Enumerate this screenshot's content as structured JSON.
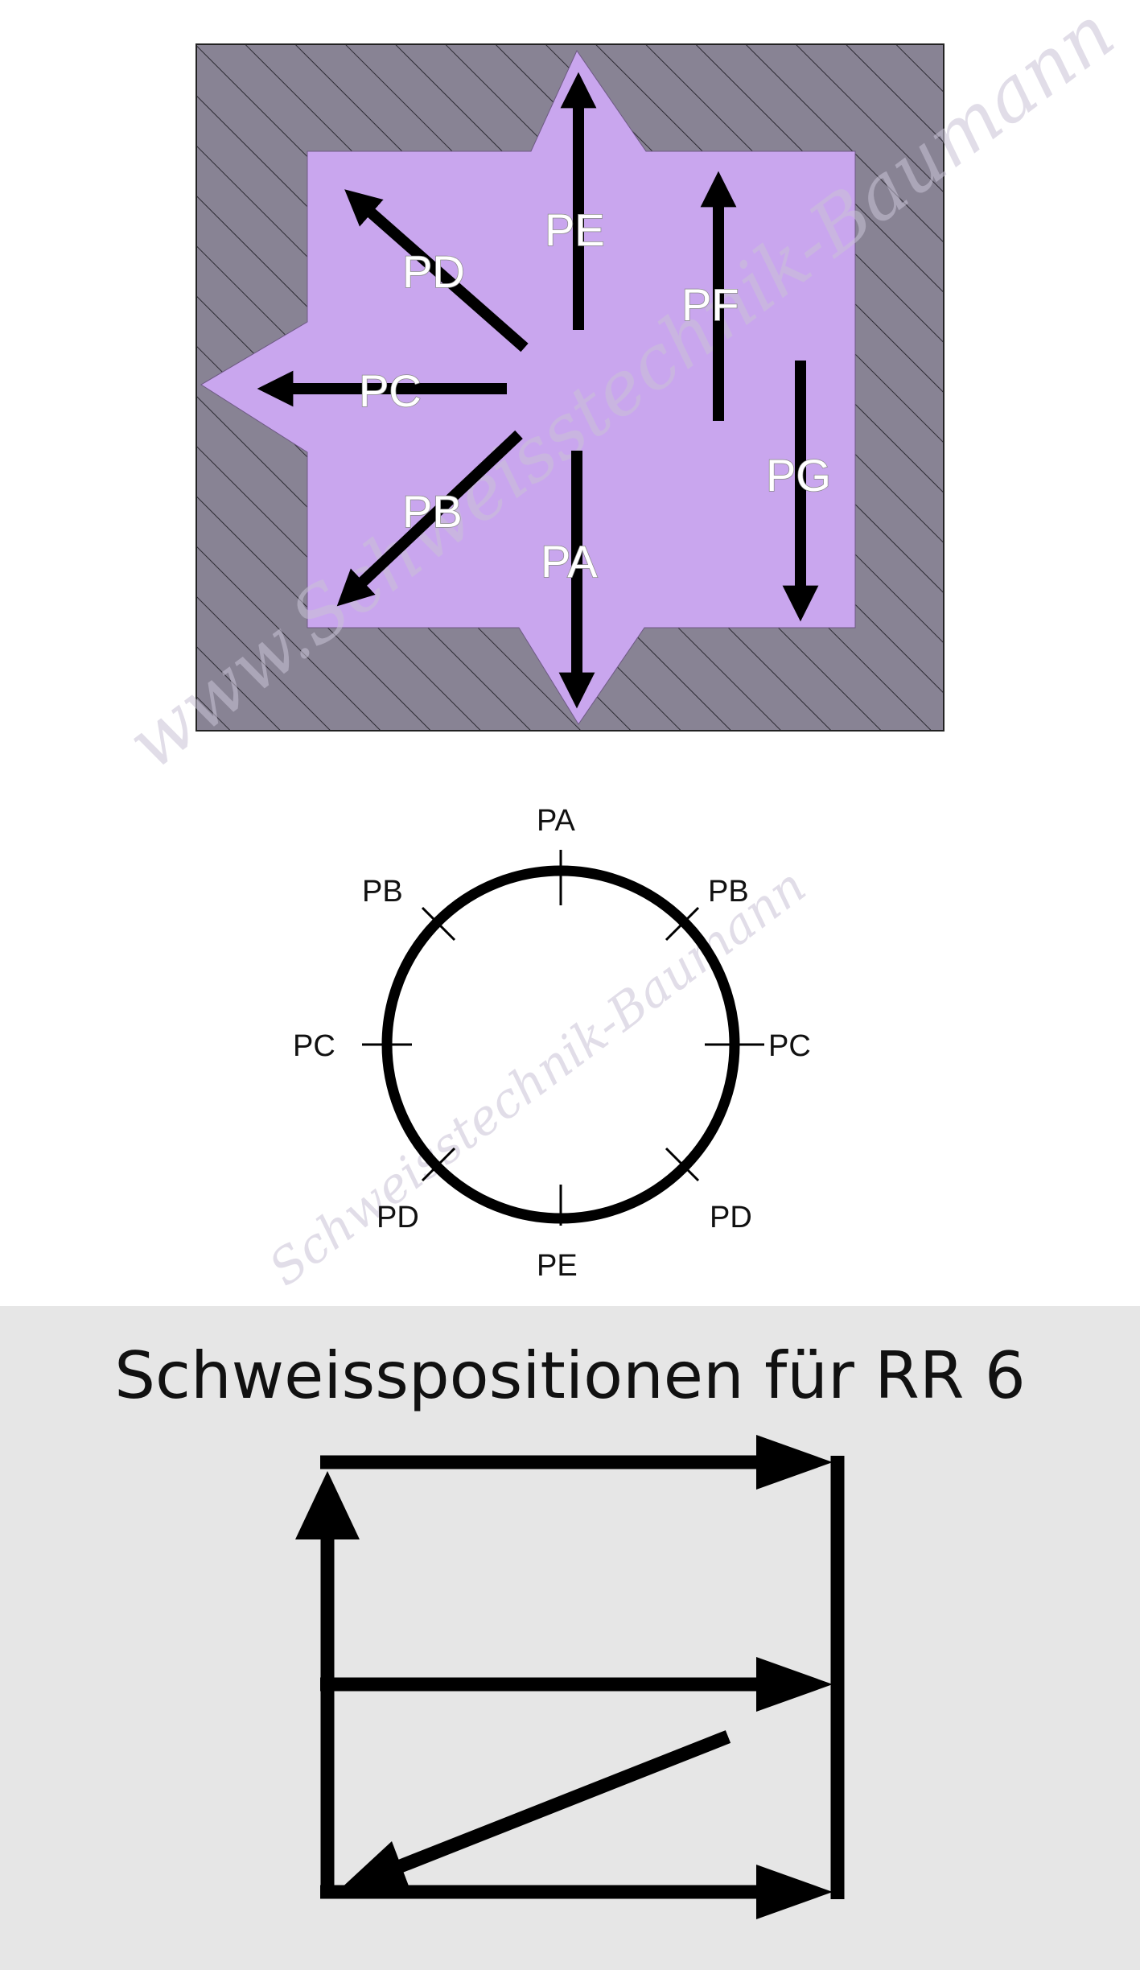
{
  "top_diagram": {
    "labels": {
      "pa": "PA",
      "pb": "PB",
      "pc": "PC",
      "pd": "PD",
      "pe": "PE",
      "pf": "PF",
      "pg": "PG"
    },
    "watermark": "www.Schweisstechnik-Baumann",
    "colors": {
      "hatch_bg": "#888394",
      "shape_fill": "#c9a6ee",
      "arrow": "#000000"
    }
  },
  "circle_diagram": {
    "labels": {
      "top": "PA",
      "upper_left": "PB",
      "upper_right": "PB",
      "left": "PC",
      "right": "PC",
      "lower_left": "PD",
      "lower_right": "PD",
      "bottom": "PE"
    },
    "watermark": "Schweisstechnik-Baumann"
  },
  "bottom_panel": {
    "title": "Schweisspositionen für RR 6",
    "colors": {
      "background": "#e6e6e6",
      "stroke": "#000000"
    }
  }
}
